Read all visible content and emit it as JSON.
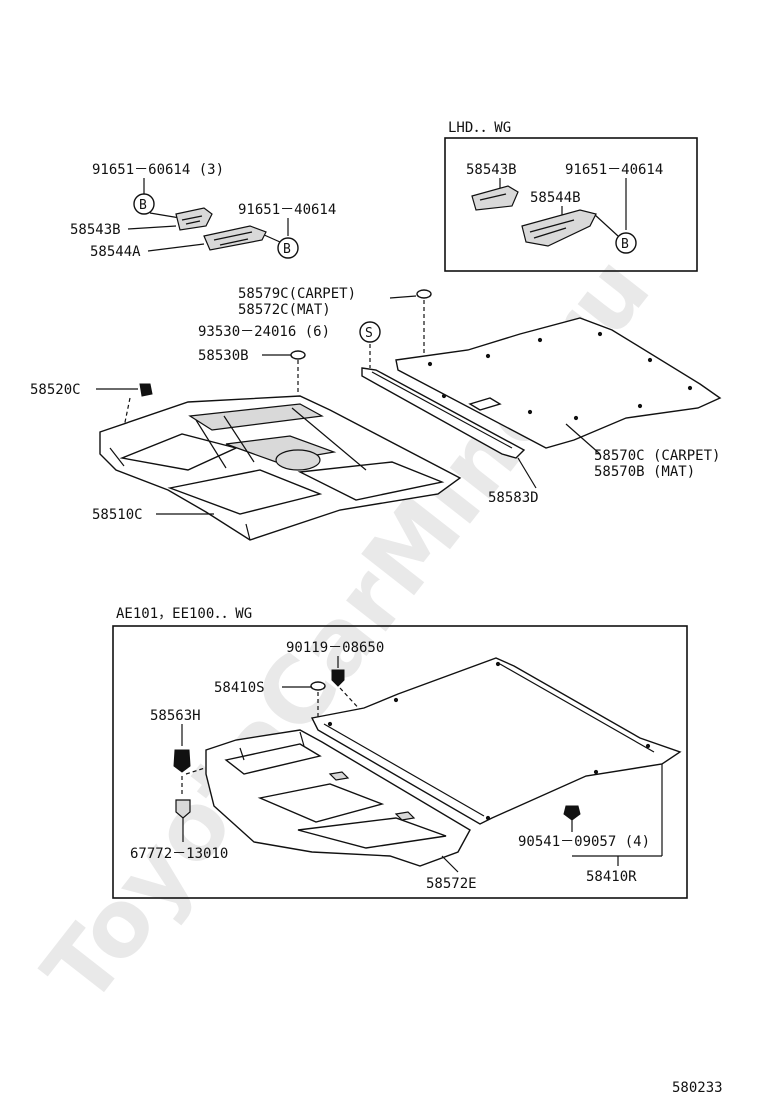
{
  "watermark": "ToyotaCarMine.ru",
  "diagram_id": "580233",
  "boxes": {
    "lhd_wg": "LHD．．WG",
    "ae_ee_wg": "AE101，EE100．．WG"
  },
  "callouts": {
    "b": "B",
    "s": "S"
  },
  "labels": {
    "p91651_60614": "91651－60614 (3)",
    "p58543B_top": "58543B",
    "p91651_40614_left": "91651－40614",
    "p58544A": "58544A",
    "p58543B_box": "58543B",
    "p91651_40614_box": "91651－40614",
    "p58544B": "58544B",
    "p58579C": "58579C(CARPET)",
    "p58572C": "58572C(MAT)",
    "p93530": "93530－24016 (6)",
    "p58530B": "58530B",
    "p58520C": "58520C",
    "p58510C": "58510C",
    "p58583D": "58583D",
    "p58570C": "58570C (CARPET)",
    "p58570B": "58570B (MAT)",
    "p90119": "90119－08650",
    "p58410S": "58410S",
    "p58563H": "58563H",
    "p67772": "67772－13010",
    "p58572E": "58572E",
    "p90541": "90541－09057 (4)",
    "p58410R": "58410R"
  }
}
